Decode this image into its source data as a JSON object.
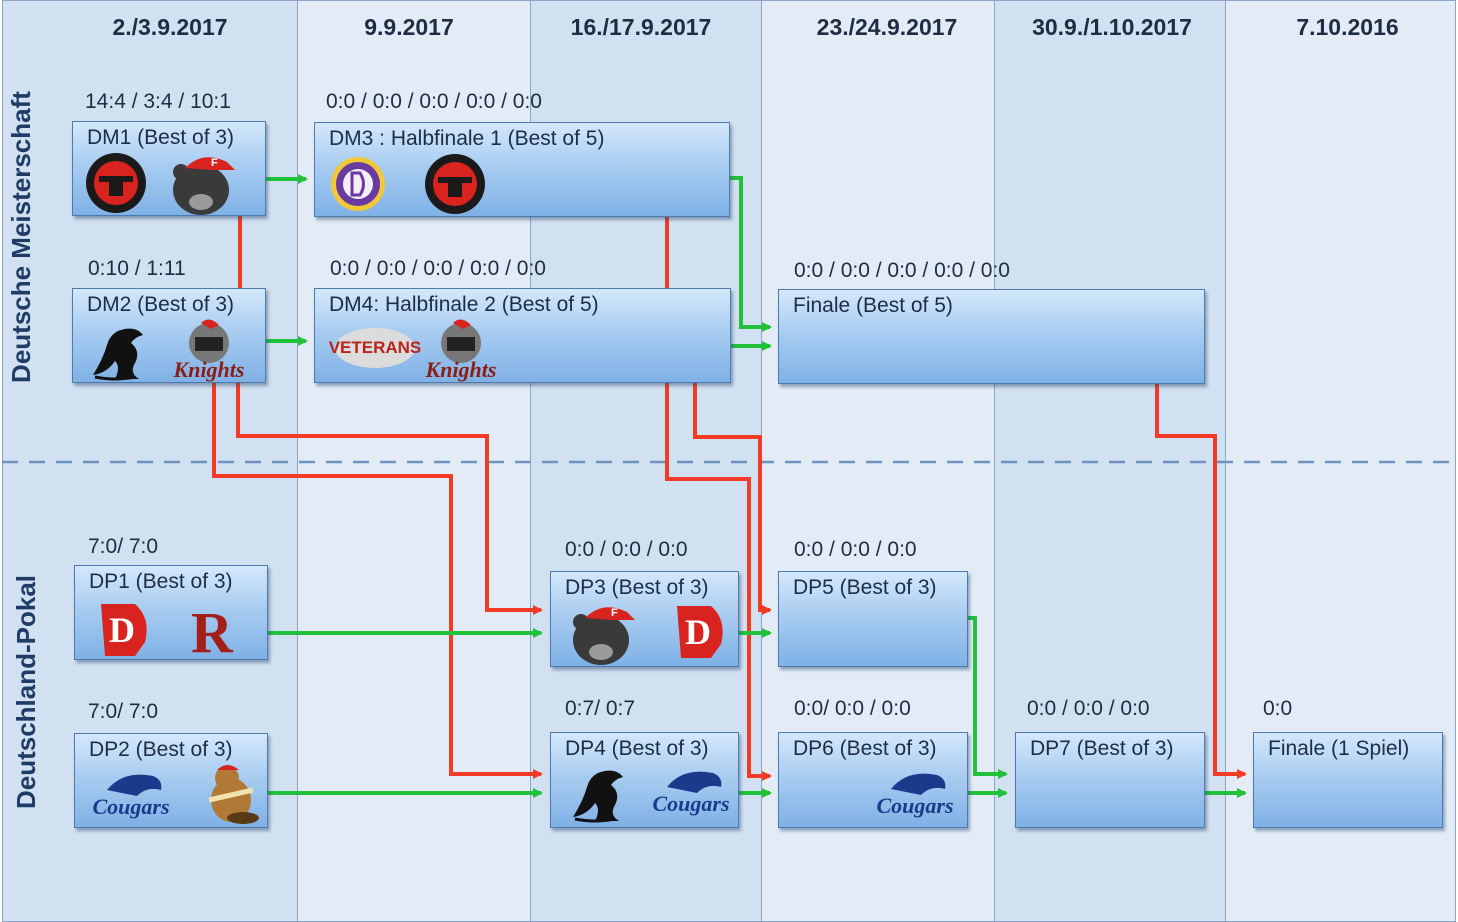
{
  "columns": [
    {
      "date": "2./3.9.2017"
    },
    {
      "date": "9.9.2017"
    },
    {
      "date": "16./17.9.2017"
    },
    {
      "date": "23./24.9.2017"
    },
    {
      "date": "30.9./1.10.2017"
    },
    {
      "date": "7.10.2016"
    }
  ],
  "sections": {
    "top": "Deutsche Meisterschaft",
    "bottom": "Deutschland-Pokal"
  },
  "boxes": {
    "dm1": {
      "label": "DM1 (Best of 3)",
      "score": "14:4 / 3:4 / 10:1"
    },
    "dm2": {
      "label": "DM2 (Best of 3)",
      "score": "0:10 / 1:11"
    },
    "dm3": {
      "label": "DM3 : Halbfinale 1 (Best of 5)",
      "score": "0:0 / 0:0 / 0:0 / 0:0 / 0:0"
    },
    "dm4": {
      "label": "DM4: Halbfinale 2 (Best of 5)",
      "score": "0:0 / 0:0 / 0:0 / 0:0 / 0:0"
    },
    "finale_dm": {
      "label": "Finale (Best of 5)",
      "score": "0:0 / 0:0 / 0:0 / 0:0 / 0:0"
    },
    "dp1": {
      "label": "DP1 (Best of 3)",
      "score": "7:0/ 7:0"
    },
    "dp2": {
      "label": "DP2 (Best of 3)",
      "score": "7:0/ 7:0"
    },
    "dp3": {
      "label": "DP3 (Best of 3)",
      "score": "0:0 / 0:0 / 0:0"
    },
    "dp4": {
      "label": "DP4 (Best of 3)",
      "score": "0:7/ 0:7"
    },
    "dp5": {
      "label": "DP5 (Best of 3)",
      "score": "0:0 / 0:0 / 0:0"
    },
    "dp6": {
      "label": "DP6 (Best of 3)",
      "score": "0:0/ 0:0 / 0:0"
    },
    "dp7": {
      "label": "DP7 (Best of 3)",
      "score": "0:0 / 0:0 / 0:0"
    },
    "finale_dp": {
      "label": "Finale  (1 Spiel)",
      "score": "0:0"
    }
  },
  "logos": {
    "knights_text": "Knights",
    "veterans_text": "VETERANS",
    "cougars_text": "Cougars",
    "r_letter": "R",
    "d_letter": "D",
    "f_letter": "F"
  },
  "colors": {
    "winner_line": "#22c13a",
    "loser_line": "#f23a24",
    "divider": "#6f93bf"
  }
}
